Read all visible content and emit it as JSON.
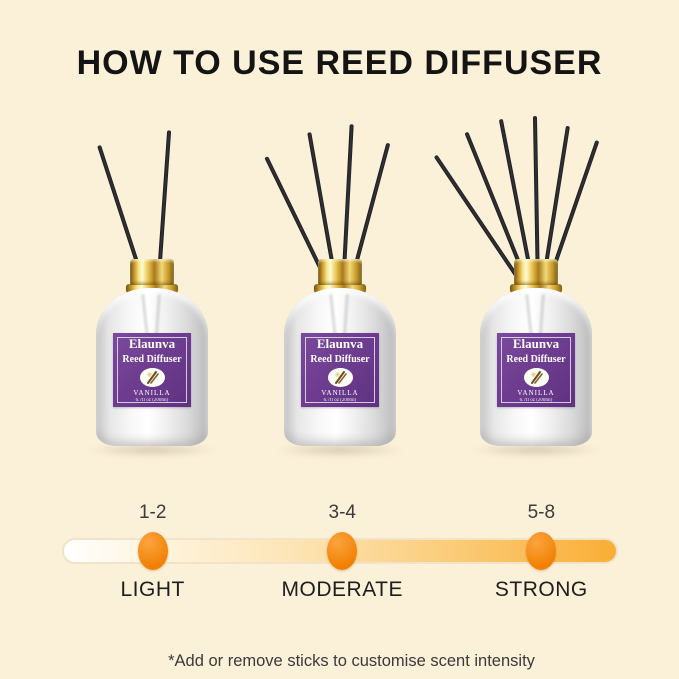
{
  "title": "HOW TO USE REED DIFFUSER",
  "bottles": [
    {
      "brand": "Elaunva",
      "product": "Reed Diffuser",
      "scent": "VANILLA",
      "size": "6.7fl oz (200ml)",
      "stick_count": 2
    },
    {
      "brand": "Elaunva",
      "product": "Reed Diffuser",
      "scent": "VANILLA",
      "size": "6.7fl oz (200ml)",
      "stick_count": 4
    },
    {
      "brand": "Elaunva",
      "product": "Reed Diffuser",
      "scent": "VANILLA",
      "size": "6.7fl oz (200ml)",
      "stick_count": 6
    }
  ],
  "scale": {
    "levels": [
      {
        "range": "1-2",
        "name": "LIGHT",
        "pos_pct": 16.4
      },
      {
        "range": "3-4",
        "name": "MODERATE",
        "pos_pct": 50.5
      },
      {
        "range": "5-8",
        "name": "STRONG",
        "pos_pct": 86.3
      }
    ],
    "colors": {
      "dot": "#F17F00",
      "bar_start": "#FFFFFF",
      "bar_end": "#F9AE35"
    }
  },
  "footnote": "*Add or remove sticks to customise scent intensity",
  "background": "#FBF0D8"
}
